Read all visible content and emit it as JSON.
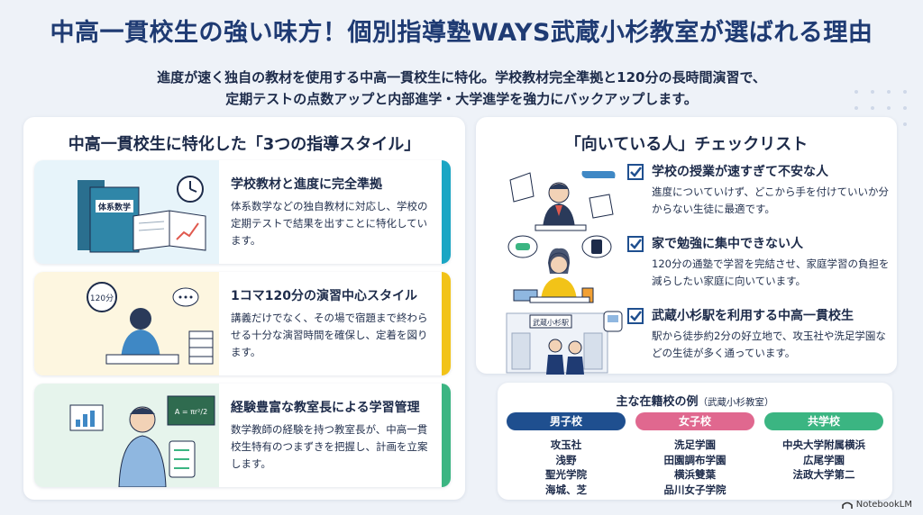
{
  "header": {
    "title": "中高一貫校生の強い味方！個別指導塾WAYS武蔵小杉教室が選ばれる理由",
    "lead_line1": "進度が速く独自の教材を使用する中高一貫校生に特化。学校教材完全準拠と120分の長時間演習で、",
    "lead_line2": "定期テストの点数アップと内部進学・大学進学を強力にバックアップします。"
  },
  "left_panel": {
    "title": "中高一貫校生に特化した「3つの指導スタイル」",
    "cards": [
      {
        "title": "学校教材と進度に完全準拠",
        "body": "体系数学などの独自教材に対応し、学校の定期テストで結果を出すことに特化しています。",
        "book_label": "体系数学",
        "accent": "#1aa6c4",
        "bg": "#e7f4fa"
      },
      {
        "title": "1コマ120分の演習中心スタイル",
        "body": "講義だけでなく、その場で宿題まで終わらせる十分な演習時間を確保し、定着を図ります。",
        "clock_label": "120分",
        "accent": "#f2c318",
        "bg": "#fdf6e0"
      },
      {
        "title": "経験豊富な教室長による学習管理",
        "body": "数学教師の経験を持つ教室長が、中高一貫校生特有のつまずきを把握し、計画を立案します。",
        "formula": "A = πr²/2",
        "accent": "#3bb582",
        "bg": "#e6f4ec"
      }
    ]
  },
  "right_panel": {
    "title": "「向いている人」チェックリスト",
    "items": [
      {
        "title": "学校の授業が速すぎて不安な人",
        "body": "進度についていけず、どこから手を付けていいか分からない生徒に最適です。"
      },
      {
        "title": "家で勉強に集中できない人",
        "body": "120分の通塾で学習を完結させ、家庭学習の負担を減らしたい家庭に向いています。"
      },
      {
        "title": "武蔵小杉駅を利用する中高一貫校生",
        "body": "駅から徒歩約2分の好立地で、攻玉社や洗足学園などの生徒が多く通っています。",
        "station_sign": "武蔵小杉駅"
      }
    ]
  },
  "schools": {
    "title": "主な在籍校の例",
    "subtitle": "（武蔵小杉教室）",
    "columns": [
      {
        "label": "男子校",
        "color": "#1f4f8f",
        "schools": [
          "攻玉社",
          "浅野",
          "聖光学院",
          "海城、芝"
        ]
      },
      {
        "label": "女子校",
        "color": "#e0688f",
        "schools": [
          "洗足学園",
          "田園調布学園",
          "横浜雙葉",
          "品川女子学院"
        ]
      },
      {
        "label": "共学校",
        "color": "#3bb582",
        "schools": [
          "中央大学附属横浜",
          "広尾学園",
          "法政大学第二"
        ]
      }
    ]
  },
  "footer": {
    "brand": "NotebookLM"
  }
}
